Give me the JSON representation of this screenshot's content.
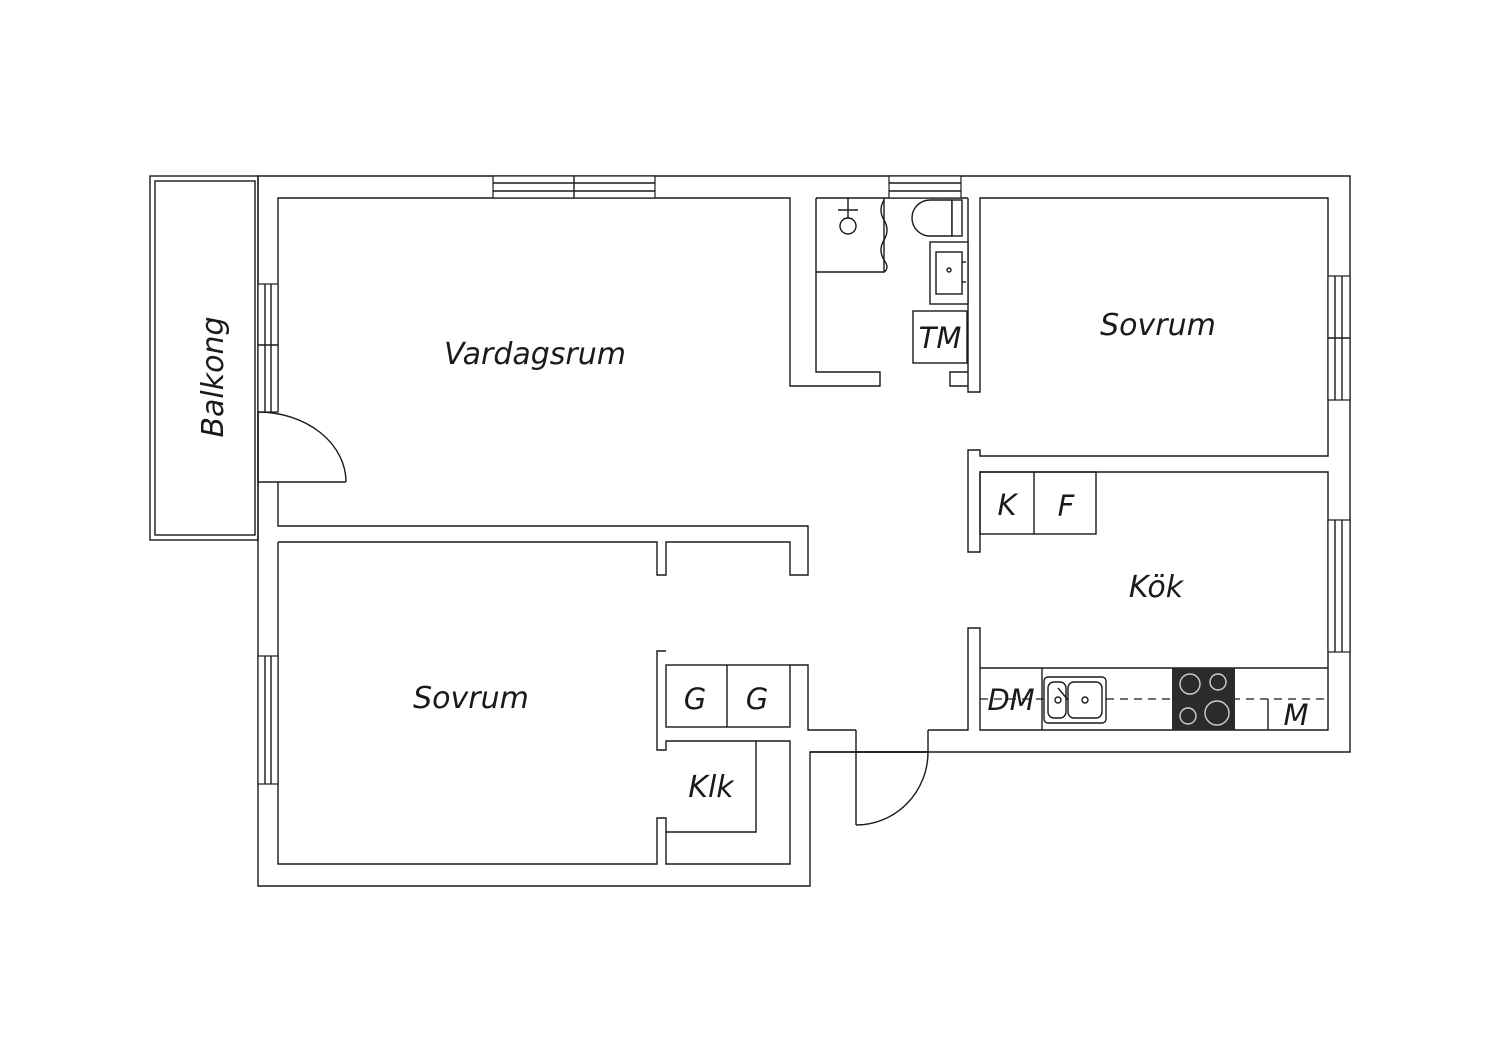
{
  "rooms": {
    "balcony": "Balkong",
    "living_room": "Vardagsrum",
    "bedroom_1": "Sovrum",
    "bedroom_2": "Sovrum",
    "kitchen": "Kök",
    "closet": "Klk"
  },
  "fixtures": {
    "washing_machine": "TM",
    "refrigerator": "K",
    "freezer": "F",
    "wardrobe_1": "G",
    "wardrobe_2": "G",
    "dishwasher": "DM",
    "microwave": "M"
  },
  "colors": {
    "walls": "#1a1a1a",
    "background": "#ffffff",
    "stove": "#2b2b2b"
  }
}
